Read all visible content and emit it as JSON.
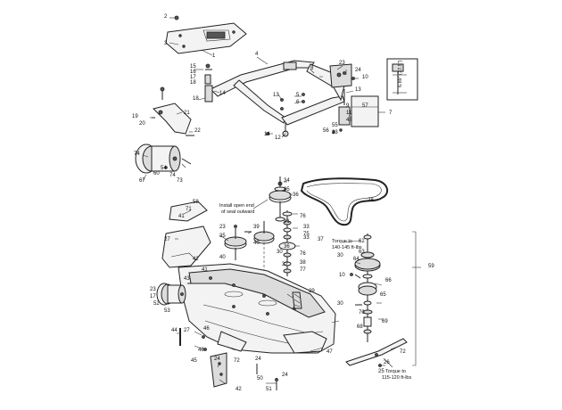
{
  "callouts": [
    "2",
    "3",
    "1",
    "4",
    "15",
    "16",
    "17",
    "18",
    "14",
    "13",
    "5",
    "6",
    "8",
    "23",
    "24",
    "10",
    "13",
    "9",
    "11",
    "48",
    "57",
    "7",
    "56",
    "55",
    "23",
    "12",
    "14",
    "19",
    "20",
    "21",
    "22",
    "18",
    "74",
    "54",
    "60",
    "74",
    "67",
    "73",
    "34",
    "35",
    "36",
    "71",
    "41",
    "58",
    "23",
    "35",
    "40",
    "39",
    "40",
    "28",
    "31",
    "33",
    "76",
    "33",
    "75",
    "36",
    "30",
    "37",
    "76",
    "38",
    "77",
    "32",
    "62",
    "63",
    "64",
    "30",
    "66",
    "65",
    "10",
    "30",
    "70",
    "72",
    "69",
    "68",
    "59",
    "27",
    "42",
    "41",
    "43",
    "23",
    "17",
    "52",
    "53",
    "29",
    "46",
    "27",
    "44",
    "48",
    "45",
    "24",
    "47",
    "24",
    "24",
    "50",
    "51",
    "42",
    "72",
    "26",
    "25"
  ],
  "notes": {
    "install_note_line1": "Install open end",
    "install_note_line2": "of seal outward",
    "torque_top_line1": "Torque to",
    "torque_top_line2": "140-145 ft-lbs",
    "torque_bottom_line1": "Torque to",
    "torque_bottom_line2": "115-120 ft-lbs",
    "gauge_label": "6.89\" (17.5\")"
  }
}
